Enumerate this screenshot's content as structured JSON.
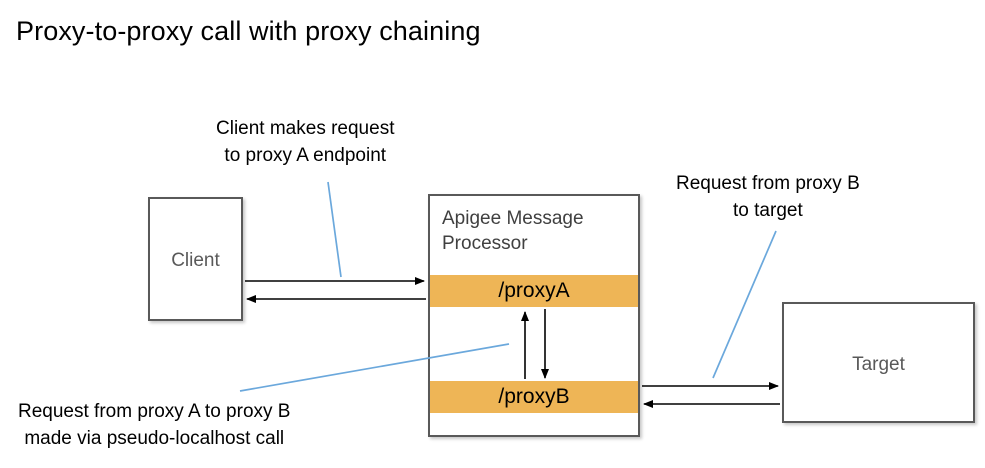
{
  "diagram": {
    "title": "Proxy-to-proxy call with proxy chaining",
    "nodes": {
      "client": {
        "label": "Client"
      },
      "target": {
        "label": "Target"
      },
      "message_processor": {
        "title_line1": "Apigee Message",
        "title_line2": "Processor",
        "proxy_a": "/proxyA",
        "proxy_b": "/proxyB"
      }
    },
    "annotations": {
      "client_request": {
        "line1": "Client makes request",
        "line2": "to proxy A endpoint"
      },
      "proxyb_to_target": {
        "line1": "Request from proxy B",
        "line2": "to target"
      },
      "proxya_to_proxyb": {
        "line1": "Request from proxy A to proxy B",
        "line2": "made via pseudo-localhost call"
      }
    },
    "colors": {
      "proxy_band": "#EEB556",
      "box_border": "#595959",
      "leader_line": "#6BA8DC",
      "arrow": "#000000",
      "node_label": "#595959",
      "mp_title": "#404040",
      "annotation_text": "#000000",
      "background": "#FFFFFF"
    }
  }
}
